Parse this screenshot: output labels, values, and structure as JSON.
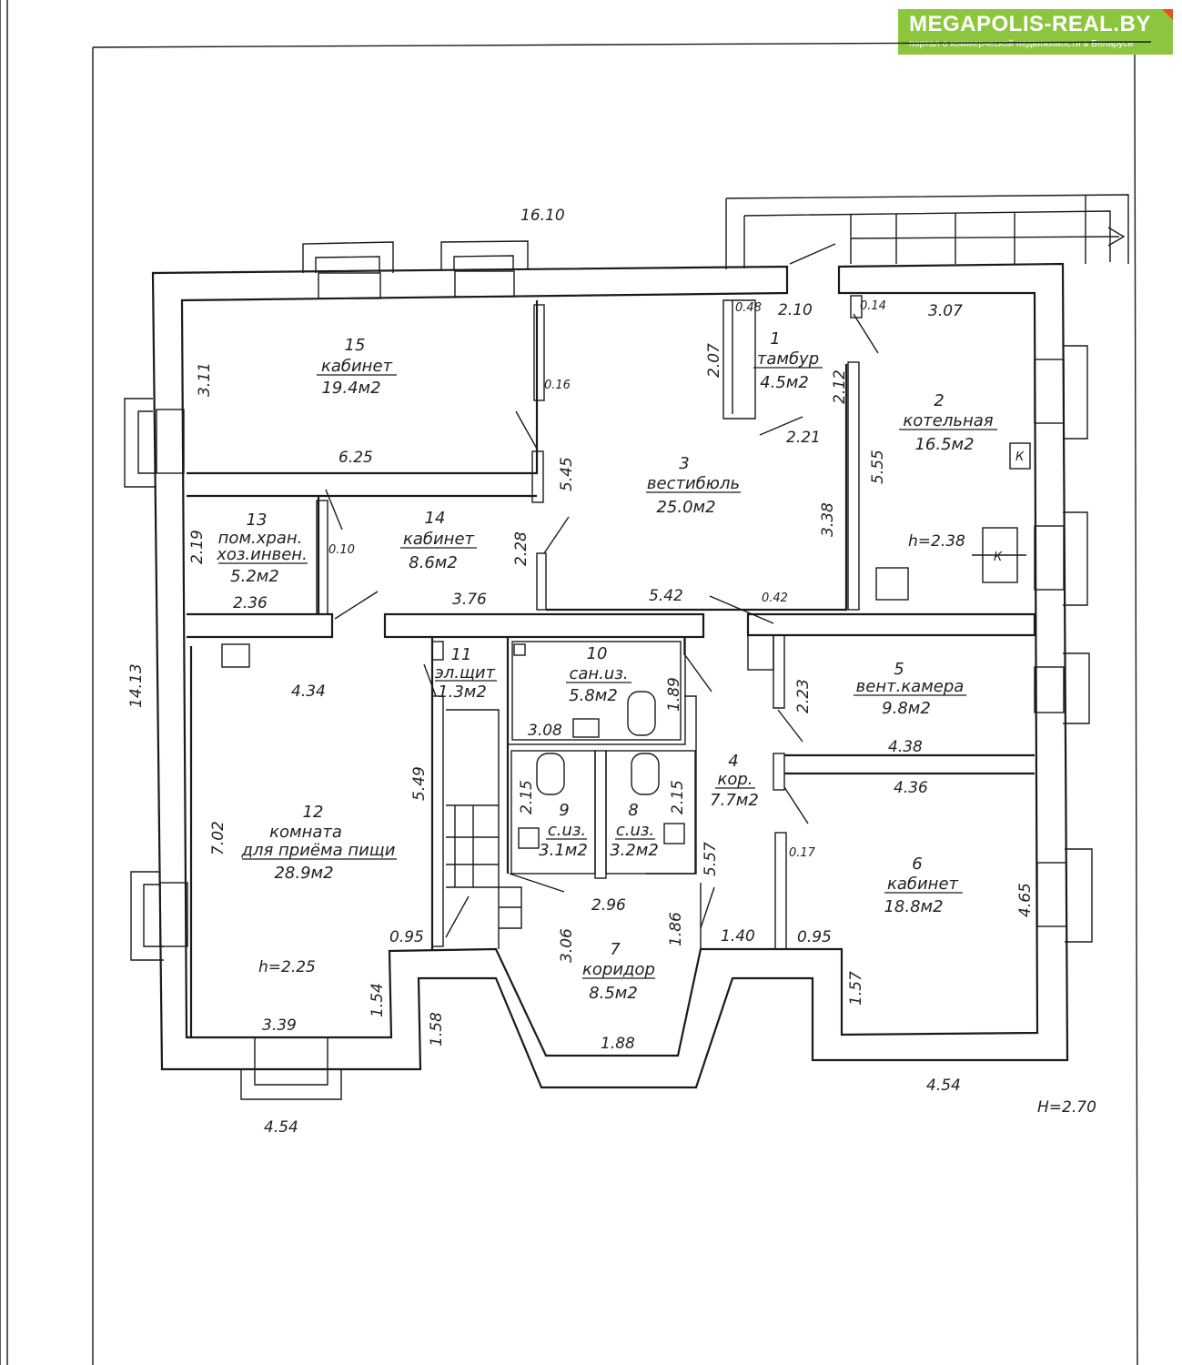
{
  "banner": {
    "site": "MEGAPOLIS-REAL.BY",
    "tagline": "портал о коммерческой недвижимости в Беларуси"
  },
  "rooms": [
    {
      "id": "15",
      "n": "15",
      "name": "кабинет",
      "area": "19.4м2"
    },
    {
      "id": "1",
      "n": "1",
      "name": "тамбур",
      "area": "4.5м2"
    },
    {
      "id": "2",
      "n": "2",
      "name": "котельная",
      "area": "16.5м2"
    },
    {
      "id": "3",
      "n": "3",
      "name": "вестибюль",
      "area": "25.0м2"
    },
    {
      "id": "13",
      "n": "13",
      "name": "пом.хран.",
      "name2": "хоз.инвен.",
      "area": "5.2м2"
    },
    {
      "id": "14",
      "n": "14",
      "name": "кабинет",
      "area": "8.6м2"
    },
    {
      "id": "11",
      "n": "11",
      "name": "эл.щит",
      "area": "1.3м2"
    },
    {
      "id": "10",
      "n": "10",
      "name": "сан.uз.",
      "area": "5.8м2"
    },
    {
      "id": "5",
      "n": "5",
      "name": "вент.камера",
      "area": "9.8м2"
    },
    {
      "id": "12",
      "n": "12",
      "name": "комната",
      "name2": "для приёма пищи",
      "area": "28.9м2"
    },
    {
      "id": "9",
      "n": "9",
      "name": "с.uз.",
      "area": "3.1м2"
    },
    {
      "id": "8",
      "n": "8",
      "name": "с.uз.",
      "area": "3.2м2"
    },
    {
      "id": "4",
      "n": "4",
      "name": "кор.",
      "area": "7.7м2"
    },
    {
      "id": "6",
      "n": "6",
      "name": "кабинет",
      "area": "18.8м2"
    },
    {
      "id": "7",
      "n": "7",
      "name": "коридор",
      "area": "8.5м2"
    }
  ],
  "dims": {
    "d16_10": "16.10",
    "d2_10": "2.10",
    "d0_48": "0.48",
    "d0_14": "0.14",
    "d3_07": "3.07",
    "d3_11": "3.11",
    "d0_16": "0.16",
    "d2_07": "2.07",
    "d2_12": "2.12",
    "d2_21": "2.21",
    "d6_25": "6.25",
    "d5_45": "5.45",
    "d5_55": "5.55",
    "d2_19": "2.19",
    "d0_10": "0.10",
    "d2_28": "2.28",
    "d3_38": "3.38",
    "d2_36": "2.36",
    "d3_76": "3.76",
    "d5_42": "5.42",
    "d0_42": "0.42",
    "d14_13": "14.13",
    "d4_34": "4.34",
    "d1_89": "1.89",
    "d3_08": "3.08",
    "d2_23": "2.23",
    "d4_38": "4.38",
    "d5_49": "5.49",
    "d4_36": "4.36",
    "d2_15a": "2.15",
    "d2_15b": "2.15",
    "d7_02": "7.02",
    "d0_17": "0.17",
    "d4_65": "4.65",
    "d5_57": "5.57",
    "d2_96": "2.96",
    "d0_95a": "0.95",
    "d3_06": "3.06",
    "d1_86": "1.86",
    "d1_40": "1.40",
    "d0_95b": "0.95",
    "d1_57": "1.57",
    "d1_54": "1.54",
    "d1_58": "1.58",
    "d3_39": "3.39",
    "d1_88": "1.88",
    "d4_54a": "4.54",
    "d4_54b": "4.54"
  },
  "heights": {
    "h_boiler": "h=2.38",
    "h_room12": "h=2.25",
    "h_total": "H=2.70"
  },
  "symbols": {
    "k1": "К",
    "k2": "К"
  }
}
